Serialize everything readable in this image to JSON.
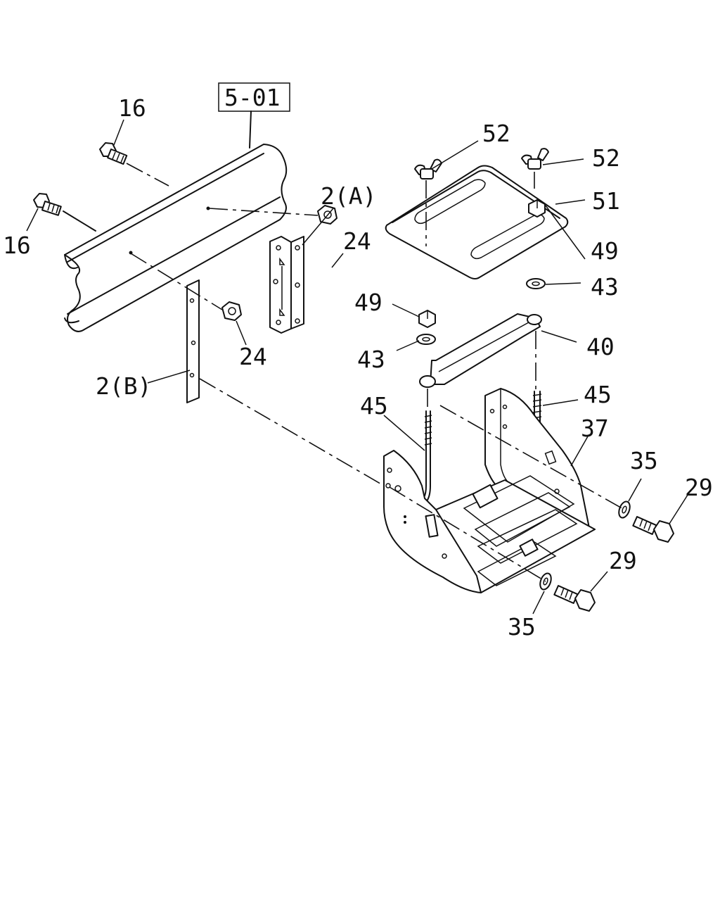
{
  "reference_box": "5-01",
  "callouts": {
    "c16_top": "16",
    "c16_left": "16",
    "c2a": "2(A)",
    "c2b": "2(B)",
    "c24_a": "24",
    "c24_b": "24",
    "c52_left": "52",
    "c52_right": "52",
    "c51": "51",
    "c49_right": "49",
    "c49_left": "49",
    "c43_right": "43",
    "c43_left": "43",
    "c40": "40",
    "c45_left": "45",
    "c45_right": "45",
    "c37": "37",
    "c35_right": "35",
    "c35_bottom": "35",
    "c29_right": "29",
    "c29_bottom": "29"
  }
}
